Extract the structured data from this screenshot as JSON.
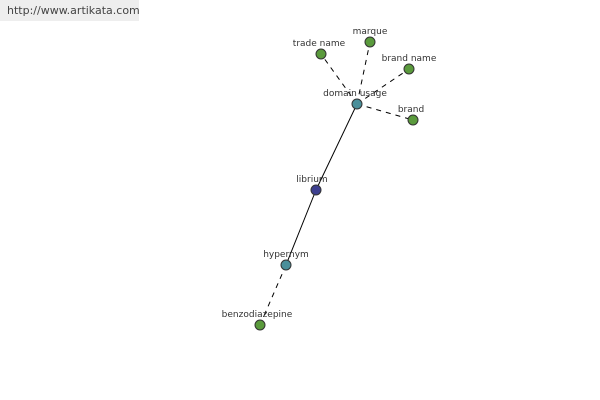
{
  "header": {
    "url": "http://www.artikata.com"
  },
  "colors": {
    "node_center": "#3d3f8f",
    "node_relation": "#4a8f9a",
    "node_term": "#5a9a3c",
    "node_stroke": "#333333",
    "edge": "#000000"
  },
  "graph": {
    "nodes": [
      {
        "id": "librium",
        "label": "librium",
        "kind": "center"
      },
      {
        "id": "domain-usage",
        "label": "domain usage",
        "kind": "relation"
      },
      {
        "id": "hypernym",
        "label": "hypernym",
        "kind": "relation"
      },
      {
        "id": "trade-name",
        "label": "trade name",
        "kind": "term"
      },
      {
        "id": "marque",
        "label": "marque",
        "kind": "term"
      },
      {
        "id": "brand-name",
        "label": "brand name",
        "kind": "term"
      },
      {
        "id": "brand",
        "label": "brand",
        "kind": "term"
      },
      {
        "id": "benzodiazepine",
        "label": "benzodiazepine",
        "kind": "term"
      }
    ],
    "edges": [
      {
        "from": "librium",
        "to": "domain-usage",
        "style": "solid"
      },
      {
        "from": "librium",
        "to": "hypernym",
        "style": "solid"
      },
      {
        "from": "domain-usage",
        "to": "trade-name",
        "style": "dashed"
      },
      {
        "from": "domain-usage",
        "to": "marque",
        "style": "dashed"
      },
      {
        "from": "domain-usage",
        "to": "brand-name",
        "style": "dashed"
      },
      {
        "from": "domain-usage",
        "to": "brand",
        "style": "dashed"
      },
      {
        "from": "hypernym",
        "to": "benzodiazepine",
        "style": "dashed"
      }
    ]
  }
}
